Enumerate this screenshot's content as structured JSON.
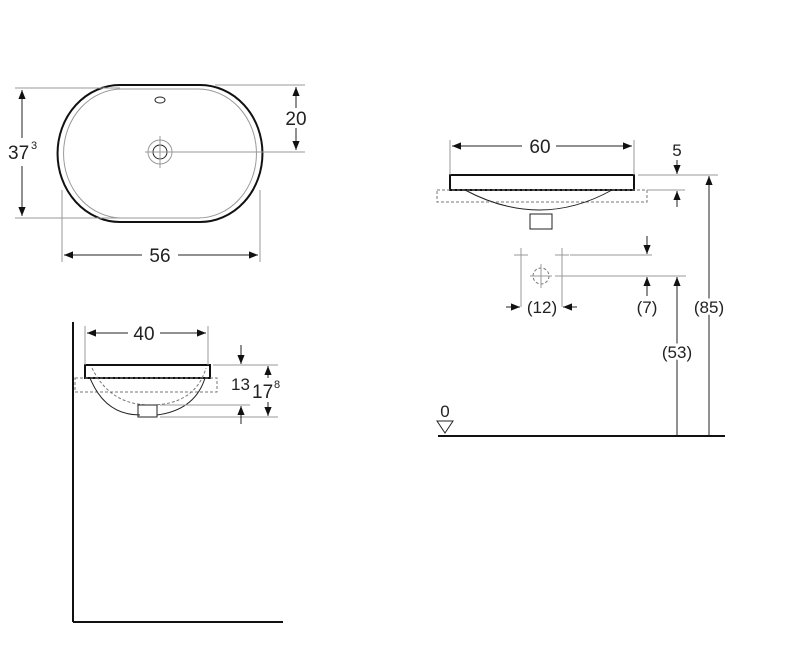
{
  "top_view": {
    "width": "56",
    "depth_main": "37",
    "depth_sup": "3",
    "drain_offset": "20"
  },
  "side_view": {
    "width": "60",
    "rim": "5",
    "spacing": "(12)",
    "rise": "(7)",
    "drain_height": "(53)",
    "total_height": "(85)",
    "floor_level": "0"
  },
  "section_view": {
    "width": "40",
    "depth_inner": "13",
    "depth_total_main": "17",
    "depth_total_sup": "8"
  }
}
